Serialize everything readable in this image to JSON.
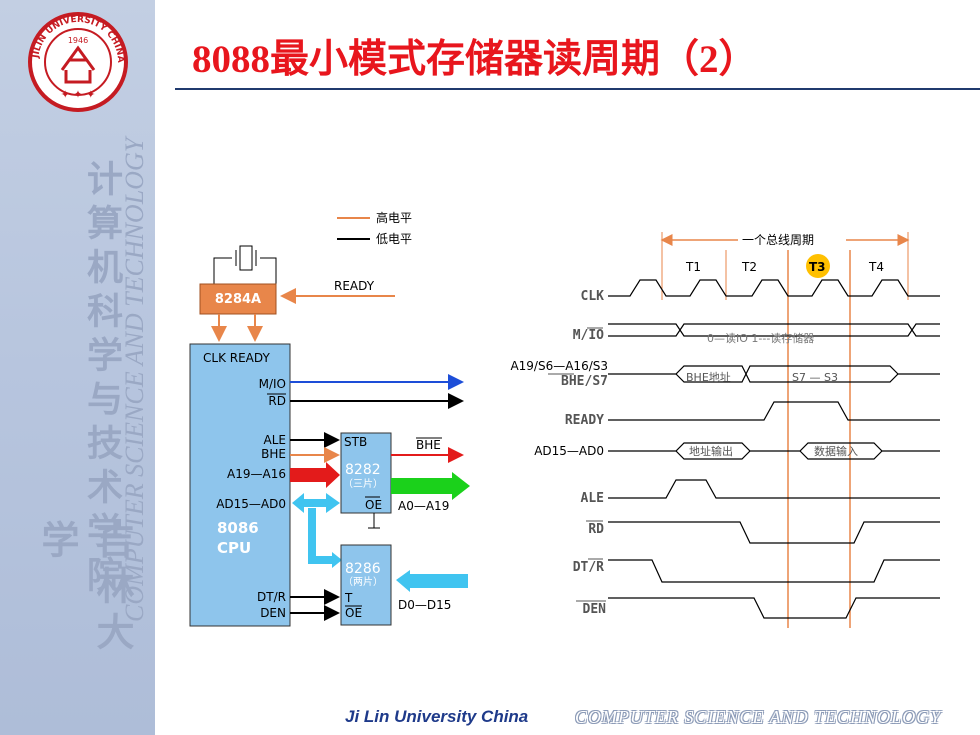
{
  "title": "8088最小模式存储器读周期（2）",
  "sidebar": {
    "col1": "吉林大学",
    "col2": "计算机科学与技术学院",
    "english": "COMPUTER SCIENCE AND TECHNOLOGY",
    "logo": {
      "ring_text": "JILIN UNIVERSITY CHINA",
      "year": "1946"
    }
  },
  "footer": {
    "university": "Ji Lin University China",
    "dept": "COMPUTER  SCIENCE AND  TECHNOLOGY"
  },
  "legend": {
    "high": "高电平",
    "low": "低电平"
  },
  "blocks": {
    "clkgen": "8284A",
    "ready": "READY",
    "cpu_top": "CLK  READY",
    "mio": "M/IO",
    "rd": "RD",
    "ale": "ALE",
    "bhe": "BHE",
    "a19a16": "A19—A16",
    "ad": "AD15—AD0",
    "cpu1": "8086",
    "cpu2": "CPU",
    "dtr": "DT/R",
    "den": "DEN",
    "latch": "8282",
    "latch_sub": "（三片）",
    "stb": "STB",
    "oe": "OE",
    "bhe_out": "BHE",
    "a_out": "A0—A19",
    "xcvr": "8286",
    "xcvr_sub": "（两片）",
    "t": "T",
    "oe2": "OE",
    "d_out": "D0—D15"
  },
  "timing": {
    "bus_cycle": "一个总线周期",
    "states": [
      "T1",
      "T2",
      "T3",
      "T4"
    ],
    "highlight_state": "T3",
    "signals": {
      "clk": "CLK",
      "mio": "M/IO",
      "a19": "A19/S6—A16/S3",
      "bhe": "BHE/S7",
      "ready": "READY",
      "ad": "AD15—AD0",
      "ale": "ALE",
      "rd": "RD",
      "dtr": "DT/R",
      "den": "DEN"
    },
    "mio_text": "0—读IO   1---读存储器",
    "bhe_addr": "BHE地址",
    "s7s3": "S7 — S3",
    "addr_out": "地址输出",
    "data_in": "数据输入"
  },
  "colors": {
    "accent": "#e8161d",
    "block": "#8ec5ec",
    "clkgen": "#e8864a",
    "highlight": "#ffc000"
  }
}
